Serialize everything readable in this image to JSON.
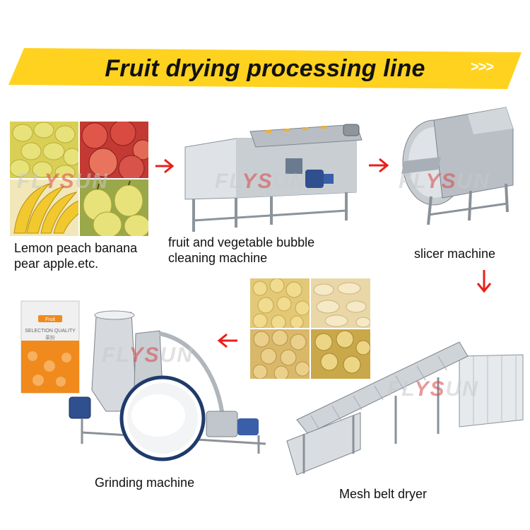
{
  "title": "Fruit drying processing line",
  "banner_chevrons": ">>>",
  "watermark_text": "FLYSUN",
  "colors": {
    "banner": "#FFD21F",
    "arrow": "#E8201C",
    "text": "#111111"
  },
  "steps": [
    {
      "id": "raw-fruit",
      "caption_line1": "Lemon peach banana",
      "caption_line2": "pear apple.etc."
    },
    {
      "id": "bubble-cleaning",
      "caption_line1": "fruit and vegetable bubble",
      "caption_line2": "cleaning machine"
    },
    {
      "id": "slicer",
      "caption_line1": "slicer machine"
    },
    {
      "id": "mesh-belt-dryer",
      "caption_line1": "Mesh belt dryer"
    },
    {
      "id": "grinding",
      "caption_line1": "Grinding machine"
    }
  ],
  "package": {
    "brand": "Fruit",
    "label": "SELECTION QUALITY",
    "sublabel": "果粉"
  }
}
